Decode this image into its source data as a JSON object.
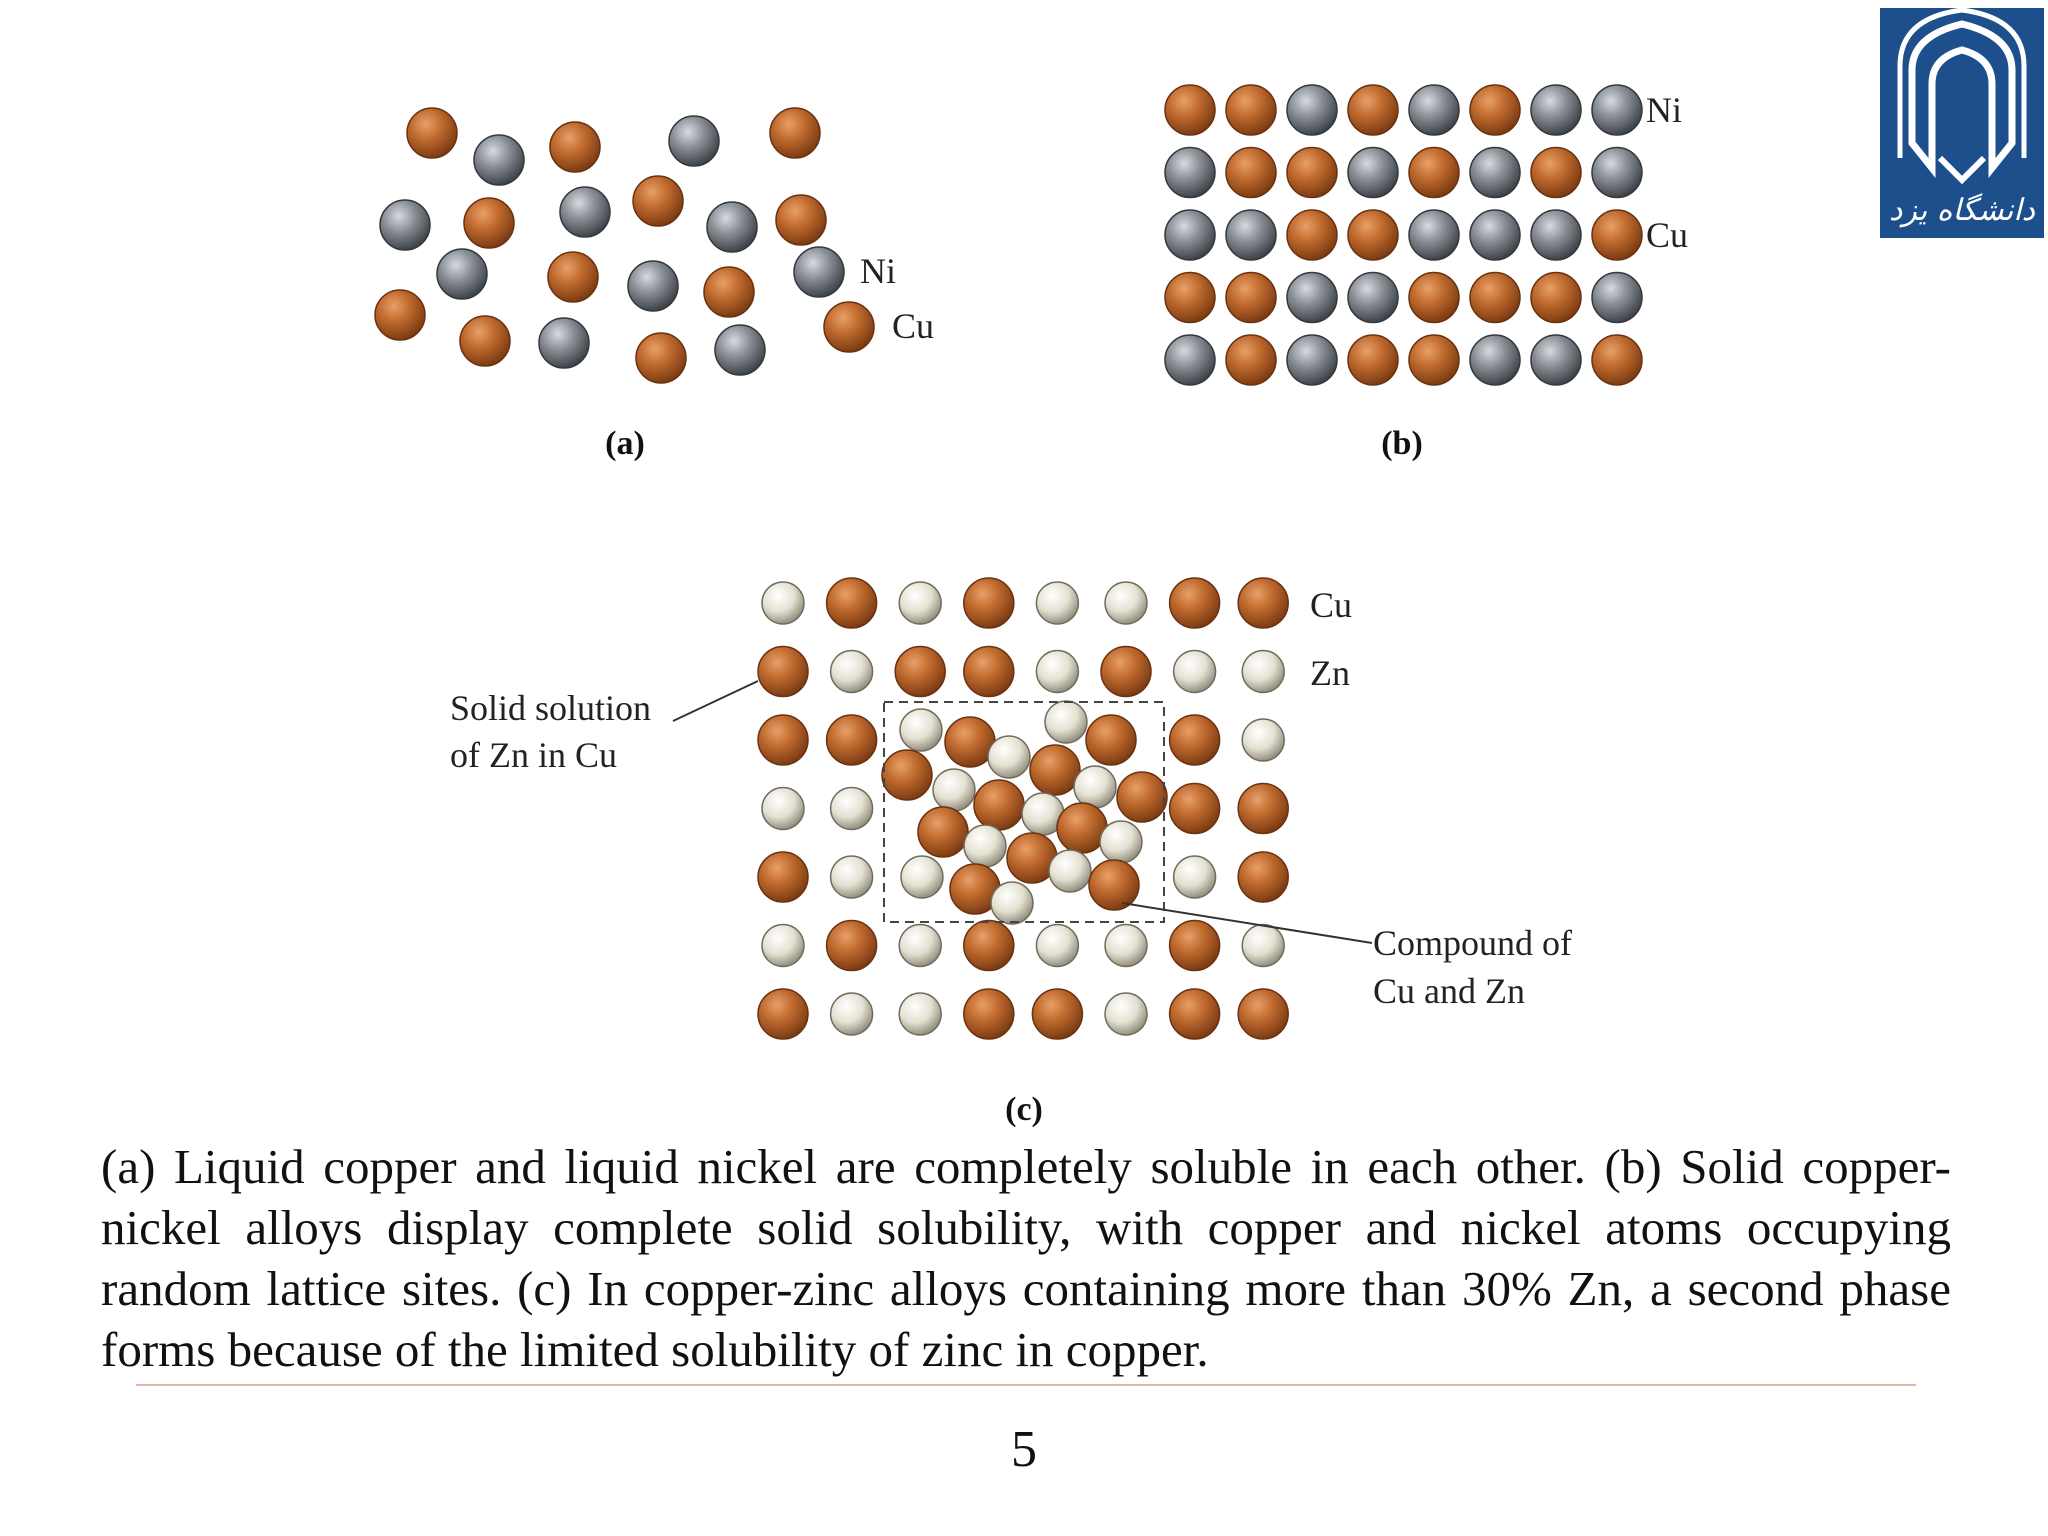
{
  "colors": {
    "copper": "#b96026",
    "nickel": "#7f858b",
    "zinc": "#dedbcc",
    "logo_blue": "#1d4f8c"
  },
  "panel_a": {
    "label": "(a)",
    "legend": [
      "Ni",
      "Cu"
    ]
  },
  "panel_b": {
    "label": "(b)",
    "legend": [
      "Ni",
      "Cu"
    ],
    "grid": [
      "CCNCNCNN",
      "NCCNCNCN",
      "NNCCNNNC",
      "CCNNCCCN",
      "NCNCCNNC"
    ]
  },
  "panel_c": {
    "label": "(c)",
    "legend": [
      "Cu",
      "Zn"
    ],
    "grid": [
      "ZCZCZZCC",
      "CZCCZCZZ",
      "CC....CZ",
      "ZZ....CC",
      "CZ....ZC",
      "ZCZCZZCZ",
      "CZZCCZCC"
    ],
    "annotation_solid": [
      "Solid solution",
      "of Zn in Cu"
    ],
    "annotation_compound": [
      "Compound of",
      "Cu and Zn"
    ]
  },
  "caption": "(a) Liquid copper and liquid nickel are completely soluble in each other. (b) Solid copper-nickel alloys display complete solid solubility, with copper and nickel atoms occupying random lattice sites. (c) In copper-zinc alloys containing more than 30% Zn, a second phase forms because of the limited solubility of zinc in copper.",
  "page_number": "5",
  "logo_text": "دانشگاه یزد"
}
